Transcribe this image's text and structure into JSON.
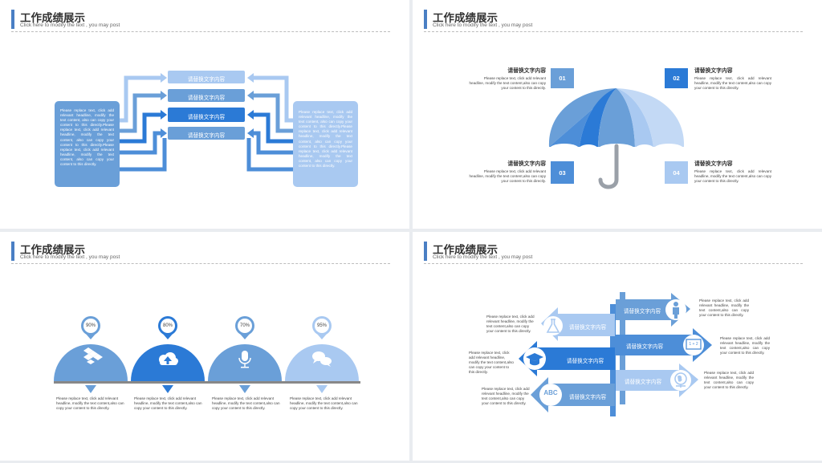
{
  "header": {
    "title": "工作成绩展示",
    "subtitle": "Click here to modify the text , you may post"
  },
  "colors": {
    "dark": "#2b7ad6",
    "mid": "#4d8ed8",
    "soft": "#6a9fd8",
    "light": "#a9c9f1",
    "pale": "#c3d9f5",
    "line": "#4a7fc4"
  },
  "slide1": {
    "buttons": [
      "请替换文字内容",
      "请替换文字内容",
      "请替换文字内容",
      "请替换文字内容"
    ],
    "left_text": "Please replace text, click add relevant headline, modify the text content, also can copy your content to this directly.Please replace text, click add relevant headline, modify the text content, also can copy your content to this directly.Please replace text, click add relevant headline, modify the text content, also can copy your content to this directly.",
    "right_text": "Please replace text, click add relevant headline, modify the text content, also can copy your content to this directly.Please replace text, click add relevant headline, modify the text content, also can copy your content to this directly.Please replace text, click add relevant headline, modify the text content, also can copy your content to this directly."
  },
  "slide2": {
    "items": [
      {
        "num": "01",
        "title": "请替换文字内容",
        "text": "Please replace text, click add relevant headline, modify the text content,also can copy your content to this directly."
      },
      {
        "num": "02",
        "title": "请替换文字内容",
        "text": "Please replace text, click add relevant headline, modify the text content,also can copy your content to this directly."
      },
      {
        "num": "03",
        "title": "请替换文字内容",
        "text": "Please replace text, click add relevant headline, modify the text content,also can copy your content to this directly."
      },
      {
        "num": "04",
        "title": "请替换文字内容",
        "text": "Please replace text, click add relevant headline, modify the text content,also can copy your content to this directly."
      }
    ]
  },
  "slide3": {
    "items": [
      {
        "pct": "90%",
        "progress": 0.9,
        "icon": "dropbox-icon",
        "text": "Please replace text, click add relevant headline, modify the text content,also can copy your content to this directly."
      },
      {
        "pct": "80%",
        "progress": 0.8,
        "icon": "cloud-upload-icon",
        "text": "Please replace text, click add relevant headline, modify the text content,also can copy your content to this directly."
      },
      {
        "pct": "70%",
        "progress": 0.7,
        "icon": "microphone-icon",
        "text": "Please replace text, click add relevant headline, modify the text content,also can copy your content to this directly."
      },
      {
        "pct": "95%",
        "progress": 0.95,
        "icon": "chat-bubbles-icon",
        "text": "Please replace text, click add relevant headline, modify the text content,also can copy your content to this directly."
      }
    ]
  },
  "slide4": {
    "left": [
      {
        "label": "请替换文字内容",
        "icon": "flask-icon",
        "text": "Please replace text, click add relevant headline, modify the text content,also can copy your content to this directly."
      },
      {
        "label": "请替换文字内容",
        "icon": "graduation-cap-icon",
        "text": "Please replace text, click add relevant headline, modify the text content,also can copy your content to this directly."
      },
      {
        "label": "请替换文字内容",
        "icon": "abc-blocks-icon",
        "icon_text": "ABC",
        "text": "Please replace text, click add relevant headline, modify the text content,also can copy your content to this directly."
      }
    ],
    "right": [
      {
        "label": "请替换文字内容",
        "icon": "person-icon",
        "text": "Please replace text, click add relevant headline, modify the text content,also can copy your content to this directly."
      },
      {
        "label": "请替换文字内容",
        "icon": "blackboard-icon",
        "icon_text": "1 + 2",
        "text": "Please replace text, click add relevant headline, modify the text content,also can copy your content to this directly."
      },
      {
        "label": "请替换文字内容",
        "icon": "globe-icon",
        "text": "Please replace text, click add relevant headline, modify the text content,also can copy your content to this directly."
      }
    ]
  }
}
